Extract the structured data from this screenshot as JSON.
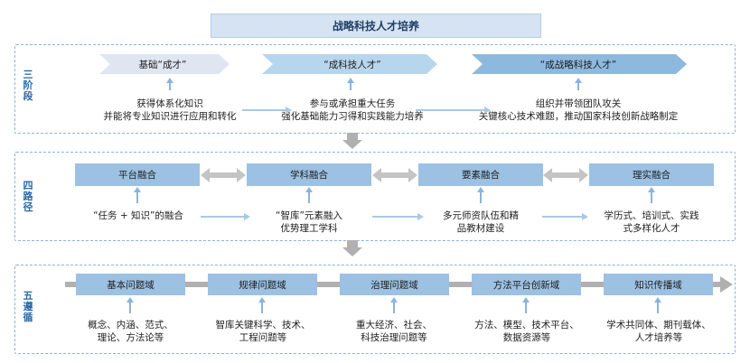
{
  "title": "战略科技人才培养",
  "sections": {
    "three": {
      "label": [
        "三",
        "阶",
        "段"
      ],
      "stages": [
        {
          "label": "基础“成才”",
          "desc": [
            "获得体系化知识",
            "并能将专业知识进行应用和转化"
          ]
        },
        {
          "label": "“成科技人才”",
          "desc": [
            "参与或承担重大任务",
            "强化基础能力习得和实践能力培养"
          ]
        },
        {
          "label": "“成战略科技人才”",
          "desc": [
            "组织并带领团队攻关",
            "关键核心技术难题，推动国家科技创新战略制定"
          ]
        }
      ]
    },
    "four": {
      "label": [
        "四",
        "路",
        "径"
      ],
      "paths": [
        {
          "label": "平台融合",
          "desc": [
            "“任务 + 知识”的融合"
          ]
        },
        {
          "label": "学科融合",
          "desc": [
            "“智库”元素融入",
            "优势理工学科"
          ]
        },
        {
          "label": "要素融合",
          "desc": [
            "多元师资队伍和精",
            "品教材建设"
          ]
        },
        {
          "label": "理实融合",
          "desc": [
            "学历式、培训式、实践",
            "式多样化人才"
          ]
        }
      ]
    },
    "five": {
      "label": [
        "五",
        "遵",
        "循"
      ],
      "domains": [
        {
          "label": "基本问题域",
          "desc": [
            "概念、内涵、范式、",
            "理论、方法论等"
          ]
        },
        {
          "label": "规律问题域",
          "desc": [
            "智库关键科学、技术、",
            "工程问题等"
          ]
        },
        {
          "label": "治理问题域",
          "desc": [
            "重大经济、社会、",
            "科技治理问题等"
          ]
        },
        {
          "label": "方法平台创新域",
          "desc": [
            "方法、模型、技术平台、",
            "数据资源等"
          ]
        },
        {
          "label": "知识传播域",
          "desc": [
            "学术共同体、期刊载体、",
            "人才培养等"
          ]
        }
      ]
    }
  },
  "colors": {
    "stage1_fill": "#dfe6f1",
    "stage2_fill": "#b8d5ee",
    "stage3_fill": "#8eb9df",
    "box_fill": "#9cc1e2",
    "label_color": "#2a68a8",
    "arrow_light": "#a9c8e6",
    "arrow_gray": "#b0b0b0"
  }
}
